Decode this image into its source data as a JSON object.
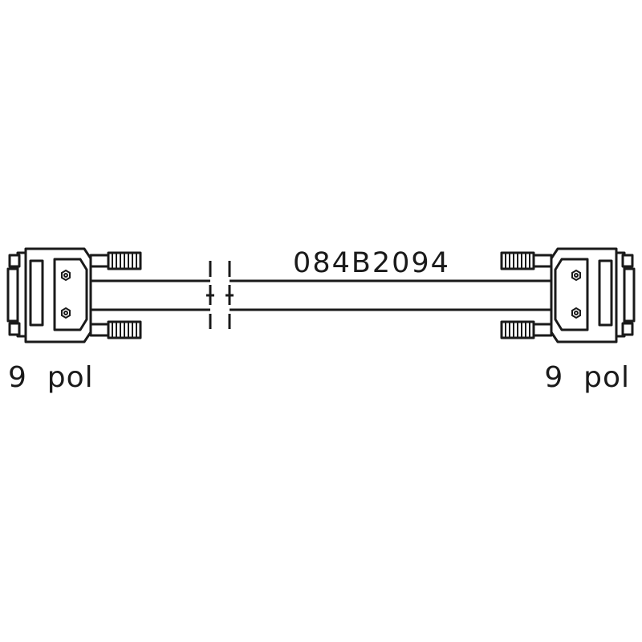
{
  "cable": {
    "part_number": "084B2094"
  },
  "connectors": {
    "left": {
      "label": "9  pol"
    },
    "right": {
      "label": "9  pol"
    }
  }
}
